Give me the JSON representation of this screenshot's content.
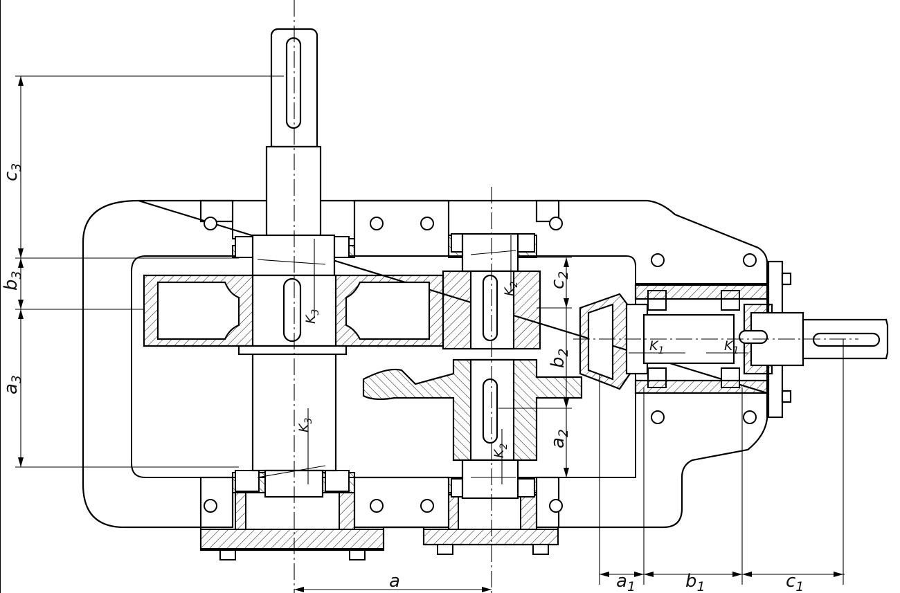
{
  "labels": {
    "c3": "c",
    "c3_sub": "3",
    "b3": "b",
    "b3_sub": "3",
    "a3": "a",
    "a3_sub": "3",
    "k3_top": "K",
    "k3_top_sub": "3",
    "k3_bottom": "K",
    "k3_bottom_sub": "3",
    "k2_top": "K",
    "k2_top_sub": "2",
    "k2_bottom": "K",
    "k2_bottom_sub": "2",
    "c2": "c",
    "c2_sub": "2",
    "b2": "b",
    "b2_sub": "2",
    "a2": "a",
    "a2_sub": "2",
    "k1_left": "K",
    "k1_left_sub": "1",
    "k1_right": "K",
    "k1_right_sub": "1",
    "a_bottom": "a",
    "a1": "a",
    "a1_sub": "1",
    "b1": "b",
    "b1_sub": "1",
    "c1": "c",
    "c1_sub": "1"
  }
}
